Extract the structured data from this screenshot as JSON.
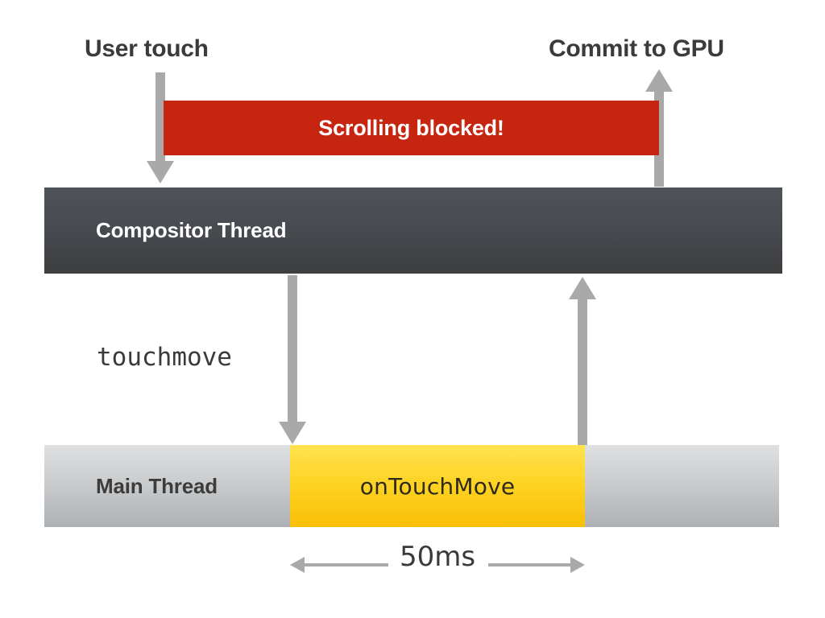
{
  "diagram": {
    "title_labels": {
      "user_touch": "User touch",
      "commit_to_gpu": "Commit to GPU"
    },
    "blocked_banner": {
      "text": "Scrolling blocked!",
      "color": "#c62610",
      "text_color": "#ffffff"
    },
    "lanes": [
      {
        "name": "compositor",
        "label": "Compositor Thread",
        "color_top": "#4f535a",
        "color_bottom": "#3d3e3f",
        "text_color": "#ffffff"
      },
      {
        "name": "main",
        "label": "Main Thread",
        "color_top": "#dfe0e1",
        "color_bottom": "#adb1b3",
        "text_color": "#3c3c3c"
      }
    ],
    "task_block": {
      "label": "onTouchMove",
      "color_top": "#ffe34f",
      "color_bottom": "#f9bf05",
      "text_color": "#2e2a1d"
    },
    "event_label": "touchmove",
    "duration_label": "50ms",
    "arrow_color": "#a9a9a9",
    "icons": {
      "arrow_down_user_touch": "arrow-down-icon",
      "arrow_up_commit": "arrow-up-icon",
      "arrow_down_touchmove": "arrow-down-icon",
      "arrow_up_return": "arrow-up-icon",
      "measure_left": "arrow-left-icon",
      "measure_right": "arrow-right-icon"
    }
  }
}
